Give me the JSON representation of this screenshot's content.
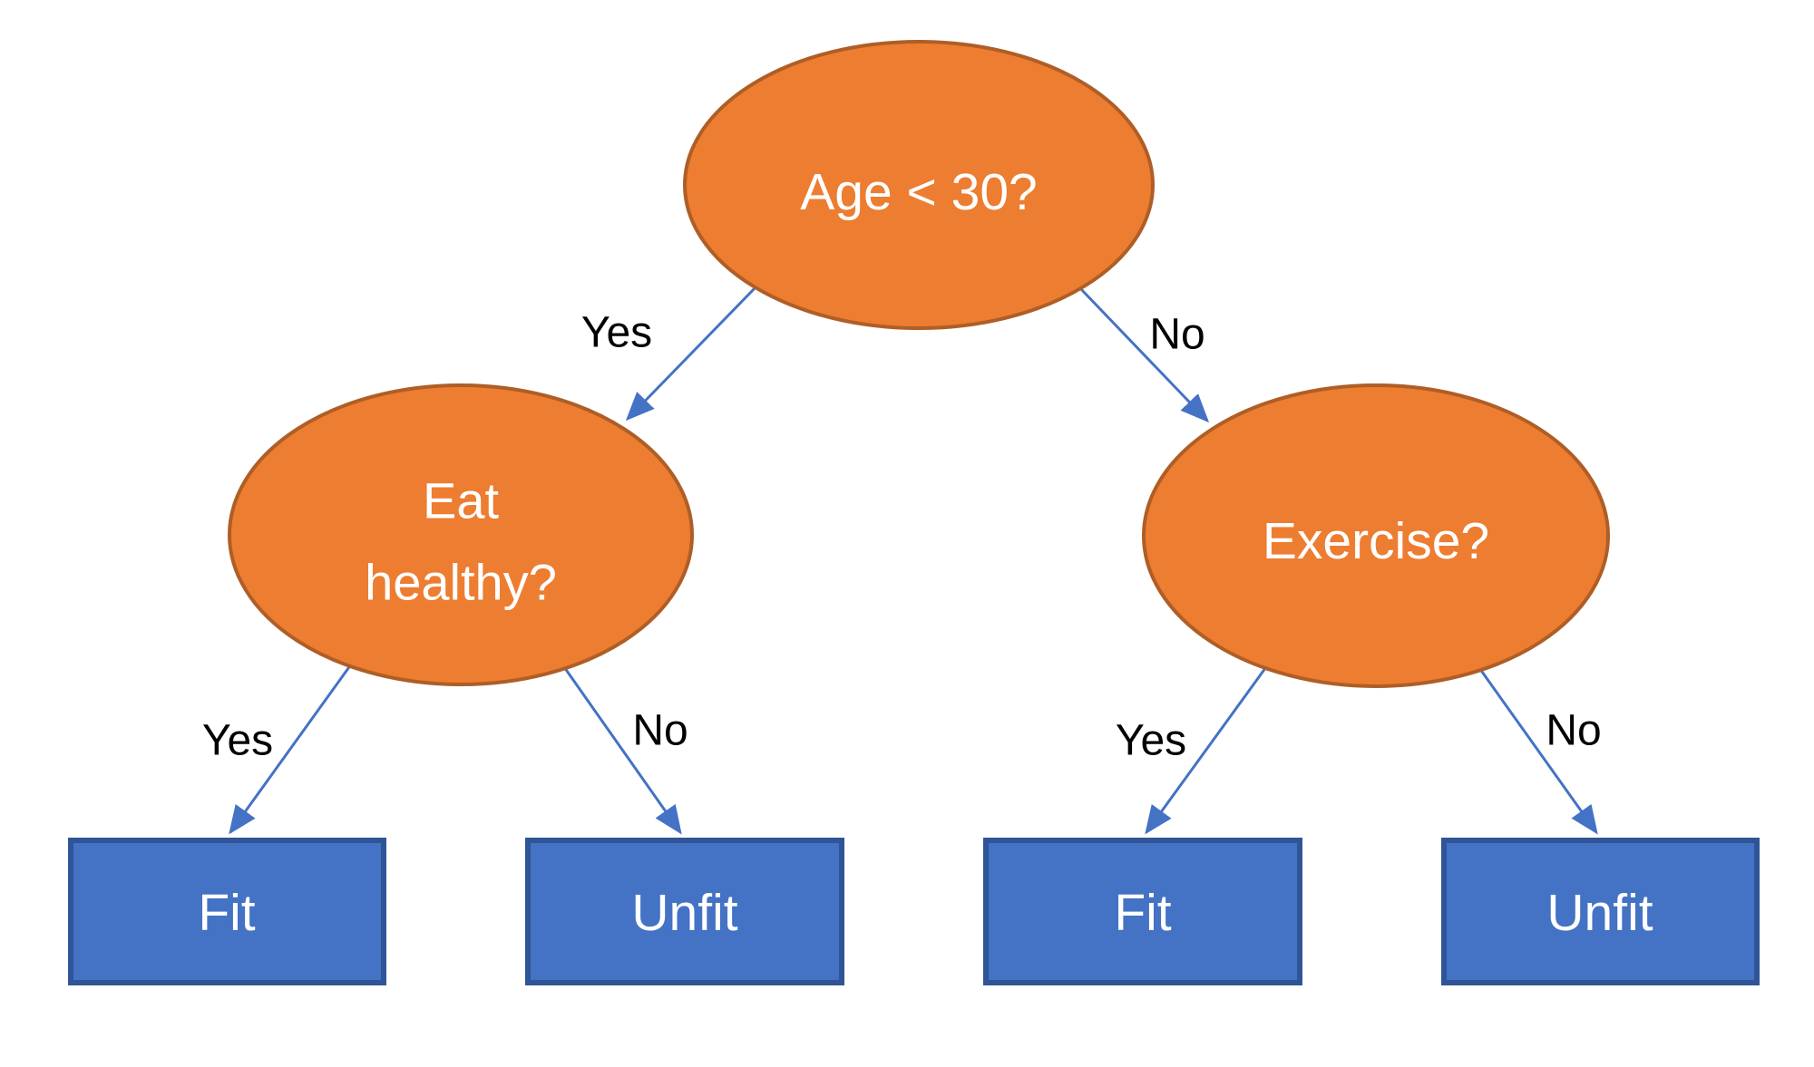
{
  "diagram": {
    "type": "decision-tree",
    "nodes": {
      "root": {
        "label": "Age < 30?"
      },
      "eat_healthy": {
        "label_line1": "Eat",
        "label_line2": "healthy?"
      },
      "exercise": {
        "label": "Exercise?"
      },
      "fit_left": {
        "label": "Fit"
      },
      "unfit_left": {
        "label": "Unfit"
      },
      "fit_right": {
        "label": "Fit"
      },
      "unfit_right": {
        "label": "Unfit"
      }
    },
    "edges": {
      "root_yes": {
        "label": "Yes"
      },
      "root_no": {
        "label": "No"
      },
      "eat_yes": {
        "label": "Yes"
      },
      "eat_no": {
        "label": "No"
      },
      "exercise_yes": {
        "label": "Yes"
      },
      "exercise_no": {
        "label": "No"
      }
    },
    "colors": {
      "background": "#ffffff",
      "decision_fill": "#ED7D31",
      "decision_border": "#AE5E26",
      "leaf_fill": "#4472C4",
      "leaf_border": "#2F5597",
      "arrow": "#4472C4",
      "node_text": "#FFFFFF",
      "edge_label_text": "#000000"
    }
  }
}
